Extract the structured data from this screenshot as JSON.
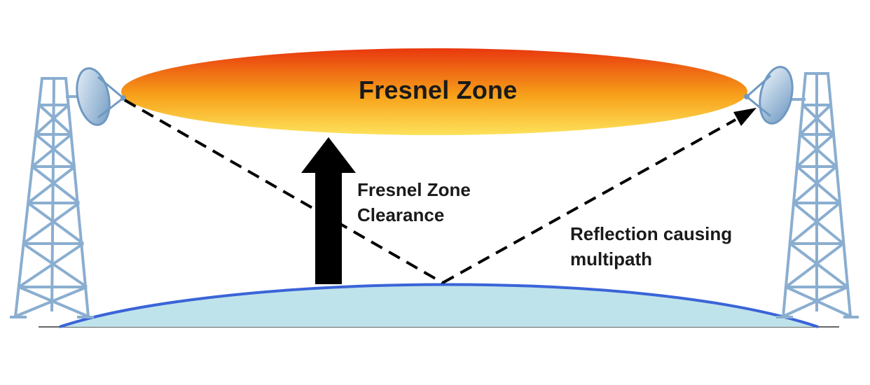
{
  "diagram": {
    "zone_title": "Fresnel Zone",
    "clearance_label": {
      "line1": "Fresnel Zone",
      "line2": "Clearance"
    },
    "reflection_label": {
      "line1": "Reflection causing",
      "line2": "multipath"
    }
  },
  "colors": {
    "zone_top": "#e8380e",
    "zone_mid": "#f7a21a",
    "zone_bottom": "#fde25a",
    "ground_fill": "#bfe3ea",
    "ground_edge": "#3a64d8",
    "tower": "#8aaed0",
    "arrow": "#000000"
  },
  "icons": {
    "left_tower": "lattice-tower-icon",
    "right_tower": "lattice-tower-icon",
    "left_dish": "dish-antenna-icon",
    "right_dish": "dish-antenna-icon"
  }
}
